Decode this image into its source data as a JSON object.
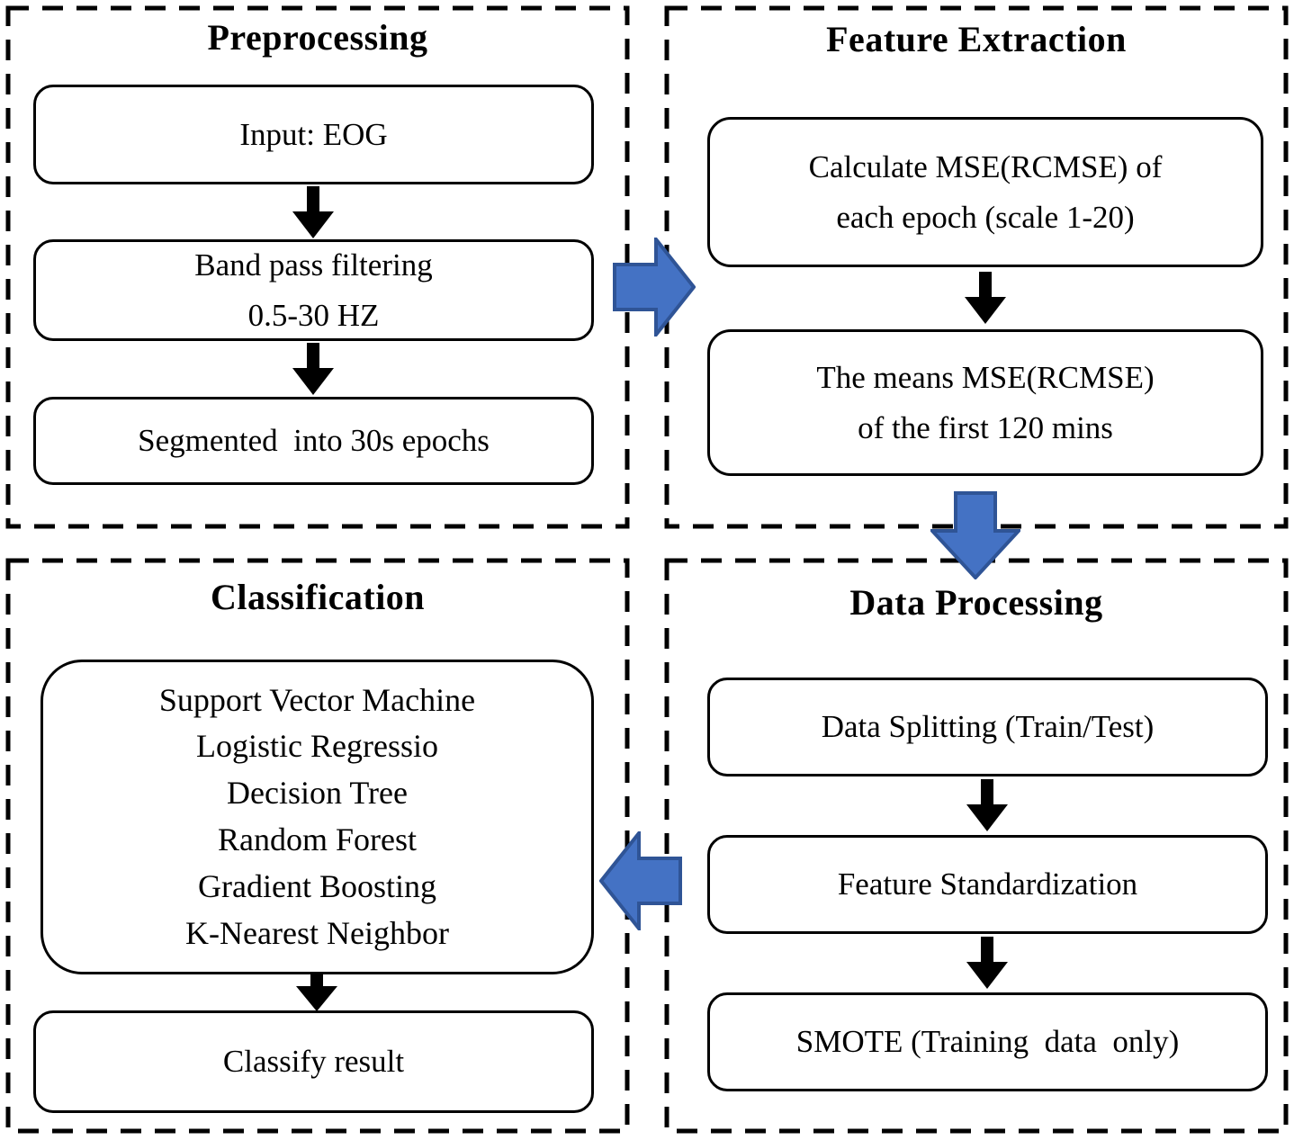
{
  "colors": {
    "background": "#ffffff",
    "box_border": "#000000",
    "connector_arrow": "#000000",
    "flow_arrow_fill": "#4472c4",
    "flow_arrow_stroke": "#2f5496"
  },
  "panels": {
    "preprocessing": {
      "title": "Preprocessing",
      "boxes": {
        "input": {
          "line1": "Input: EOG"
        },
        "bandpass": {
          "line1": "Band pass filtering",
          "line2": "0.5-30 HZ"
        },
        "segment": {
          "line1": "Segmented  into 30s epochs"
        }
      }
    },
    "feature_extraction": {
      "title": "Feature Extraction",
      "boxes": {
        "calculate": {
          "line1": "Calculate MSE(RCMSE) of",
          "line2": "each epoch (scale 1-20)"
        },
        "means": {
          "line1": "The means MSE(RCMSE)",
          "line2": "of the first 120 mins"
        }
      }
    },
    "classification": {
      "title": "Classification",
      "boxes": {
        "classifiers": {
          "line1": "Support Vector Machine",
          "line2": "Logistic Regressio",
          "line3": "Decision Tree",
          "line4": "Random Forest",
          "line5": "Gradient Boosting",
          "line6": "K-Nearest Neighbor"
        },
        "result": {
          "line1": "Classify result"
        }
      }
    },
    "data_processing": {
      "title": "Data Processing",
      "boxes": {
        "splitting": {
          "line1": "Data Splitting (Train/Test)"
        },
        "standardization": {
          "line1": "Feature Standardization"
        },
        "smote": {
          "line1": "SMOTE (Training  data  only)"
        }
      }
    }
  }
}
